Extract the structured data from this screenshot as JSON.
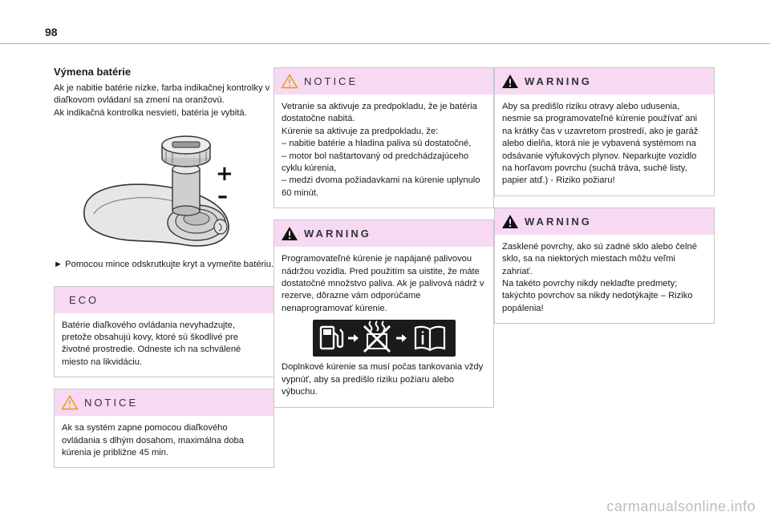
{
  "page": {
    "number": "98"
  },
  "battery": {
    "title": "Výmena batérie",
    "para1": "Ak je nabitie batérie nízke, farba indikačnej kontrolky v diaľkovom ovládaní sa zmení na oranžovú.",
    "para2": "Ak indikačná kontrolka nesvieti, batéria je vybitá.",
    "step": "► Pomocou mince odskrutkujte kryt a vymeňte batériu.",
    "figure": {
      "plus": "+",
      "minus": "–",
      "icon": "remote-battery-cover"
    }
  },
  "eco_box": {
    "header": "ECO",
    "text": "Batérie diaľkového ovládania nevyhadzujte, pretože obsahujú kovy, ktoré sú škodlivé pre životné prostredie. Odneste ich na schválené miesto na likvidáciu."
  },
  "notice_box1": {
    "header": "NOTICE",
    "text": "Ak sa systém zapne pomocou diaľkového ovládania s dlhým dosahom, maximálna doba kúrenia je približne 45 min."
  },
  "notice_box2": {
    "header": "NOTICE",
    "lines": [
      "Vetranie sa aktivuje za predpokladu, že je batéria dostatočne nabitá.",
      "Kúrenie sa aktivuje za predpokladu, že:",
      "– nabitie batérie a hladina paliva sú dostatočné,",
      "– motor bol naštartovaný od predchádzajúceho cyklu kúrenia,",
      "– medzi dvoma požiadavkami na kúrenie uplynulo 60 minút."
    ]
  },
  "warning_box1": {
    "header": "WARNING",
    "text1": "Programovateľné kúrenie je napájané palivovou nádržou vozidla. Pred použitím sa uistite, že máte dostatočné množstvo paliva. Ak je palivová nádrž v rezerve, dôrazne vám odporúčame nenaprogramovať kúrenie.",
    "icons": [
      "fuel-pump-icon",
      "arrow-icon",
      "no-heating-icon",
      "arrow-icon",
      "manual-book-icon"
    ],
    "text2": "Doplnkové kúrenie sa musí počas tankovania vždy vypnúť, aby sa predišlo riziku požiaru alebo výbuchu."
  },
  "warning_box2": {
    "header": "WARNING",
    "text": "Aby sa predišlo riziku otravy alebo udusenia, nesmie sa programovateľné kúrenie používať ani na krátky čas v uzavretom prostredí, ako je garáž alebo dielňa, ktorá nie je vybavená systémom na odsávanie výfukových plynov. Neparkujte vozidlo na horľavom povrchu (suchá tráva, suché listy, papier atď.) - Riziko požiaru!"
  },
  "warning_box3": {
    "header": "WARNING",
    "lines": [
      "Zasklené povrchy, ako sú zadné sklo alebo čelné sklo, sa na niektorých miestach môžu veľmi zahriať.",
      "Na takéto povrchy nikdy neklaďte predmety; takýchto povrchov sa nikdy nedotýkajte – Riziko popálenia!"
    ]
  },
  "watermark": "carmanualsonline.info",
  "colors": {
    "box_header": "#f7d9f3",
    "notice_triangle": "#e89a00",
    "warning_triangle": "#111111"
  }
}
